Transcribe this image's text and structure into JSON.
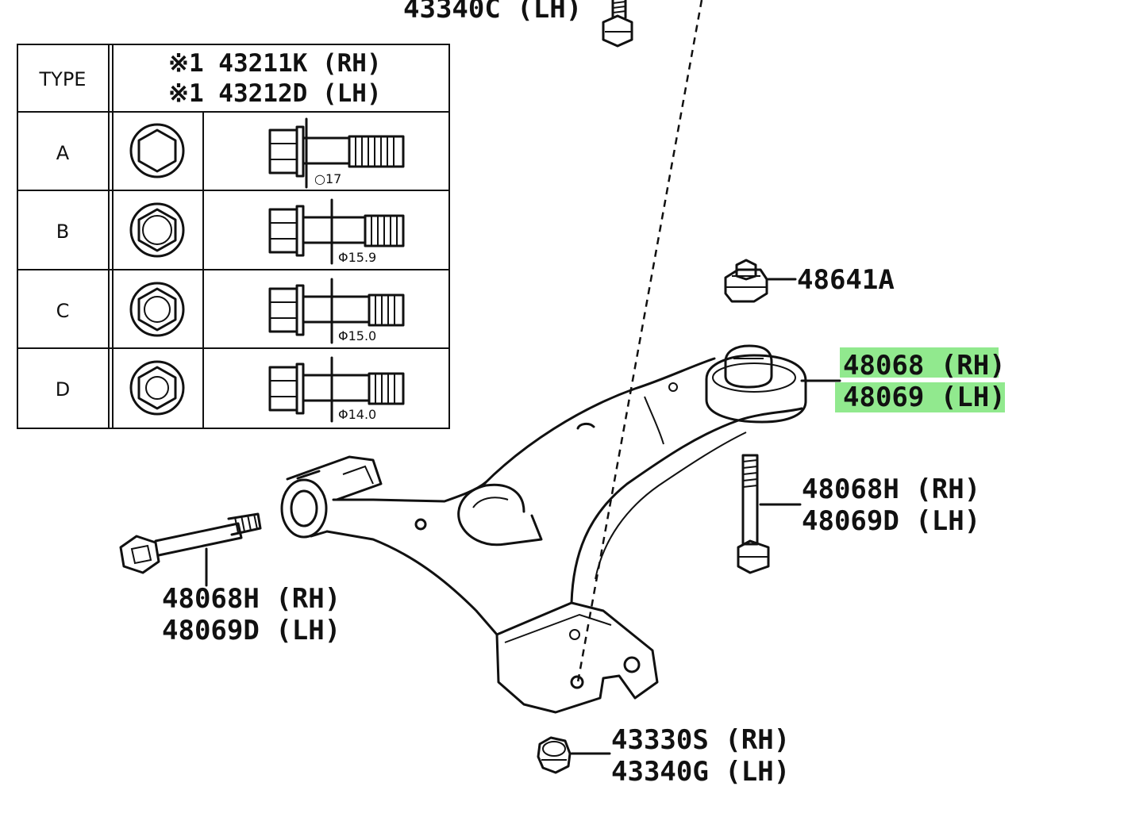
{
  "table": {
    "type_header": "TYPE",
    "part_header_line1": "※1 43211K (RH)",
    "part_header_line2": "※1 43212D (LH)",
    "rows": [
      {
        "type": "A",
        "dimension": "○17"
      },
      {
        "type": "B",
        "dimension": "Φ15.9"
      },
      {
        "type": "C",
        "dimension": "Φ15.0"
      },
      {
        "type": "D",
        "dimension": "Φ14.0"
      }
    ]
  },
  "callouts": {
    "top_bolt": "43340C (LH)",
    "nut_48641A": "48641A",
    "arm_rh": "48068 (RH)",
    "arm_lh": "48069 (LH)",
    "right_bolt_rh": "48068H (RH)",
    "right_bolt_lh": "48069D (LH)",
    "left_bolt_rh": "48068H (RH)",
    "left_bolt_lh": "48069D (LH)",
    "bottom_nut_rh": "43330S (RH)",
    "bottom_nut_lh": "43340G (LH)"
  },
  "highlight_color": "#7ee57a"
}
